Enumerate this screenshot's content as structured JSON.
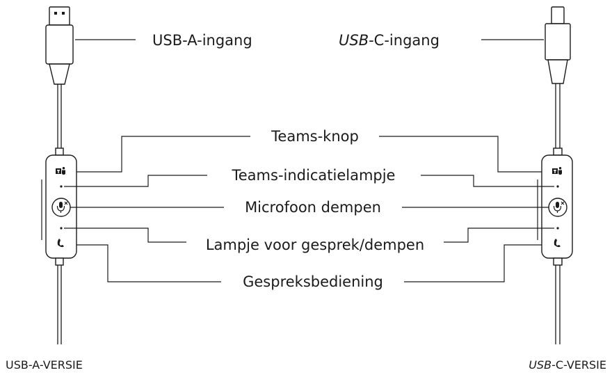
{
  "labels": {
    "usb_a_port": "USB-A-ingang",
    "usb_c_prefix": "USB",
    "usb_c_port_rest": "-C-ingang",
    "teams_button": "Teams-knop",
    "teams_indicator": "Teams-indicatielampje",
    "mute_mic": "Microfoon dempen",
    "call_mute_light": "Lampje voor gesprek/dempen",
    "call_control": "Gespreksbediening",
    "usb_a_version": "USB-A-VERSIE",
    "usb_c_version_prefix": "USB",
    "usb_c_version_rest": "-C-VERSIE"
  },
  "icons": [
    "teams-icon",
    "mic-mute-icon",
    "phone-icon",
    "indicator-led"
  ]
}
